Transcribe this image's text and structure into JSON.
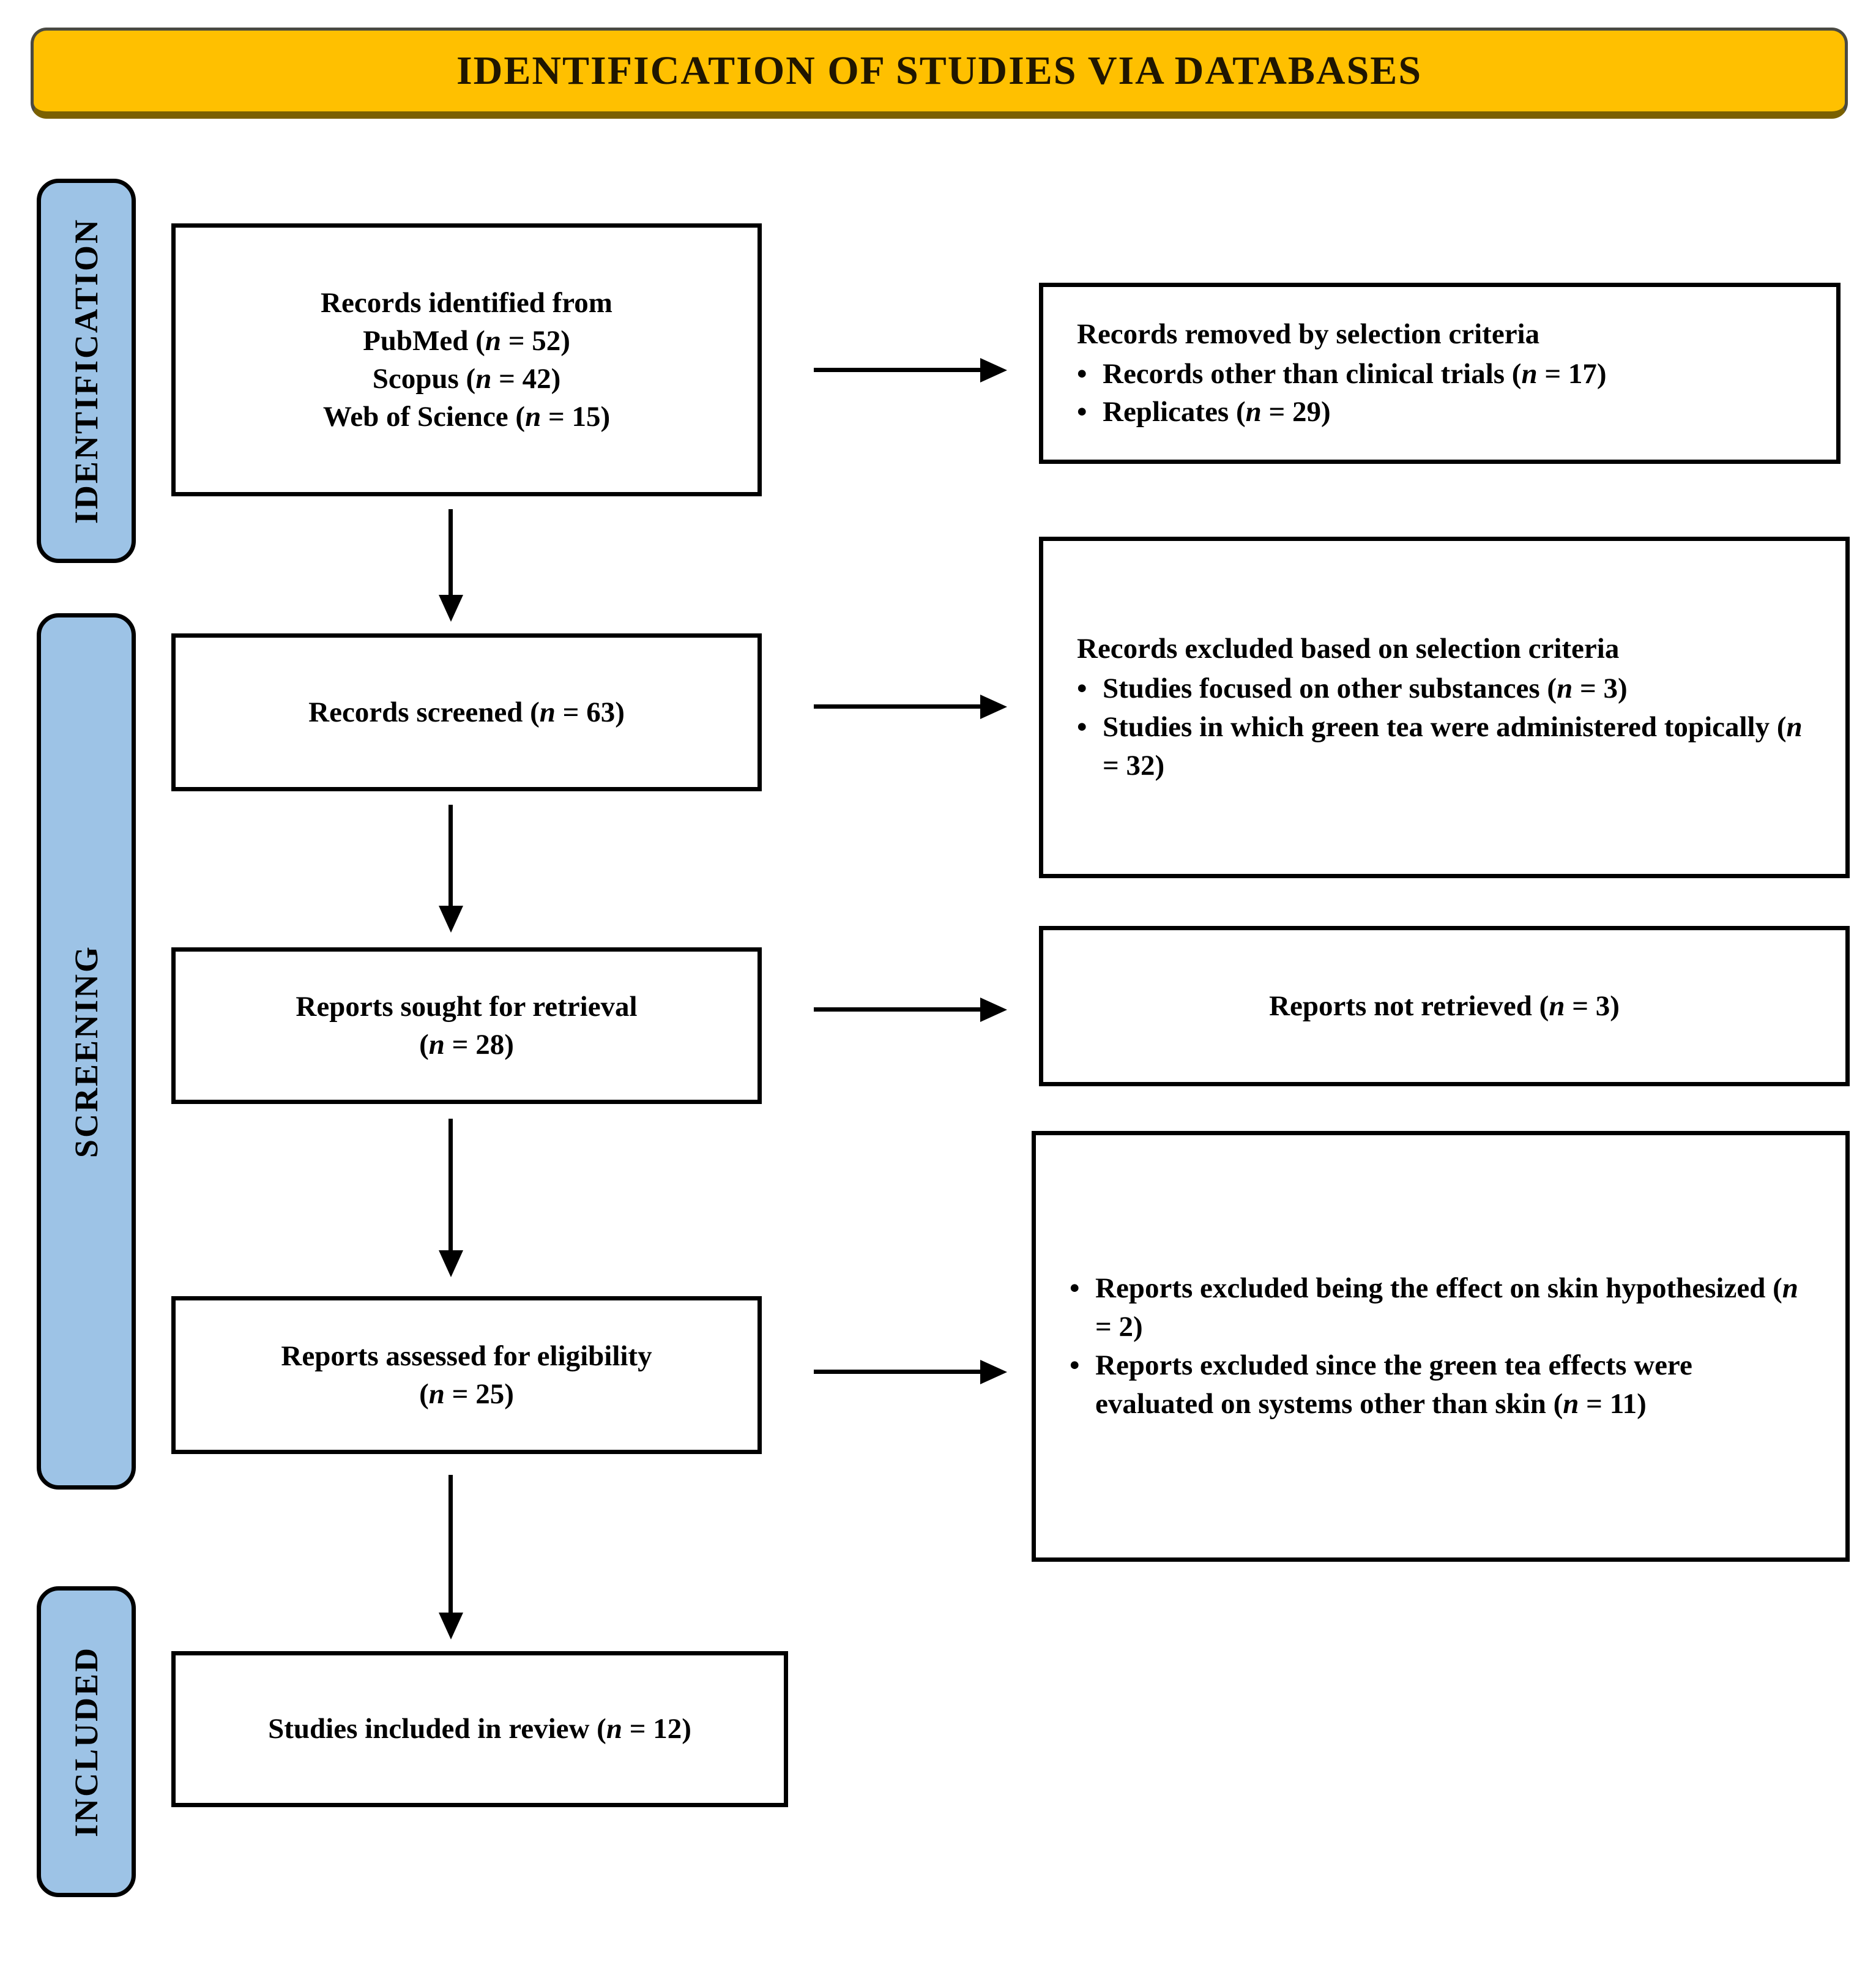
{
  "title": "IDENTIFICATION OF STUDIES VIA DATABASES",
  "bullet_char": "•",
  "colors": {
    "banner_fill": "#FFC000",
    "banner_border_bottom": "#7A6000",
    "stage_fill": "#9DC3E6",
    "box_border": "#000000"
  },
  "stages": [
    {
      "label": "IDENTIFICATION"
    },
    {
      "label": "SCREENING"
    },
    {
      "label": "INCLUDED"
    }
  ],
  "flow_boxes": [
    {
      "lines": [
        "Records identified from",
        "PubMed (*n* = 52)",
        "Scopus (*n* = 42)",
        "Web of Science (*n* = 15)"
      ]
    },
    {
      "lines": [
        "Records screened (*n* = 63)"
      ]
    },
    {
      "lines": [
        "Reports sought for retrieval",
        "(*n* = 28)"
      ]
    },
    {
      "lines": [
        "Reports assessed for eligibility",
        "(*n* = 25)"
      ]
    },
    {
      "lines": [
        "Studies included in review (*n* = 12)"
      ]
    }
  ],
  "exclusion_boxes": [
    {
      "heading": "Records removed by selection criteria",
      "bullets": [
        "Records other than clinical trials (*n* = 17)",
        "Replicates (*n* = 29)"
      ]
    },
    {
      "heading": "Records excluded based on selection criteria",
      "bullets": [
        "Studies focused on other substances (*n* = 3)",
        "Studies in which green tea were administered topically (*n* = 32)"
      ]
    },
    {
      "text": "Reports not retrieved (*n* = 3)"
    },
    {
      "bullets": [
        "Reports excluded being the effect on skin hypothesized (*n* = 2)",
        "Reports excluded since the green tea effects were evaluated on systems other than skin (*n* = 11)"
      ]
    }
  ]
}
